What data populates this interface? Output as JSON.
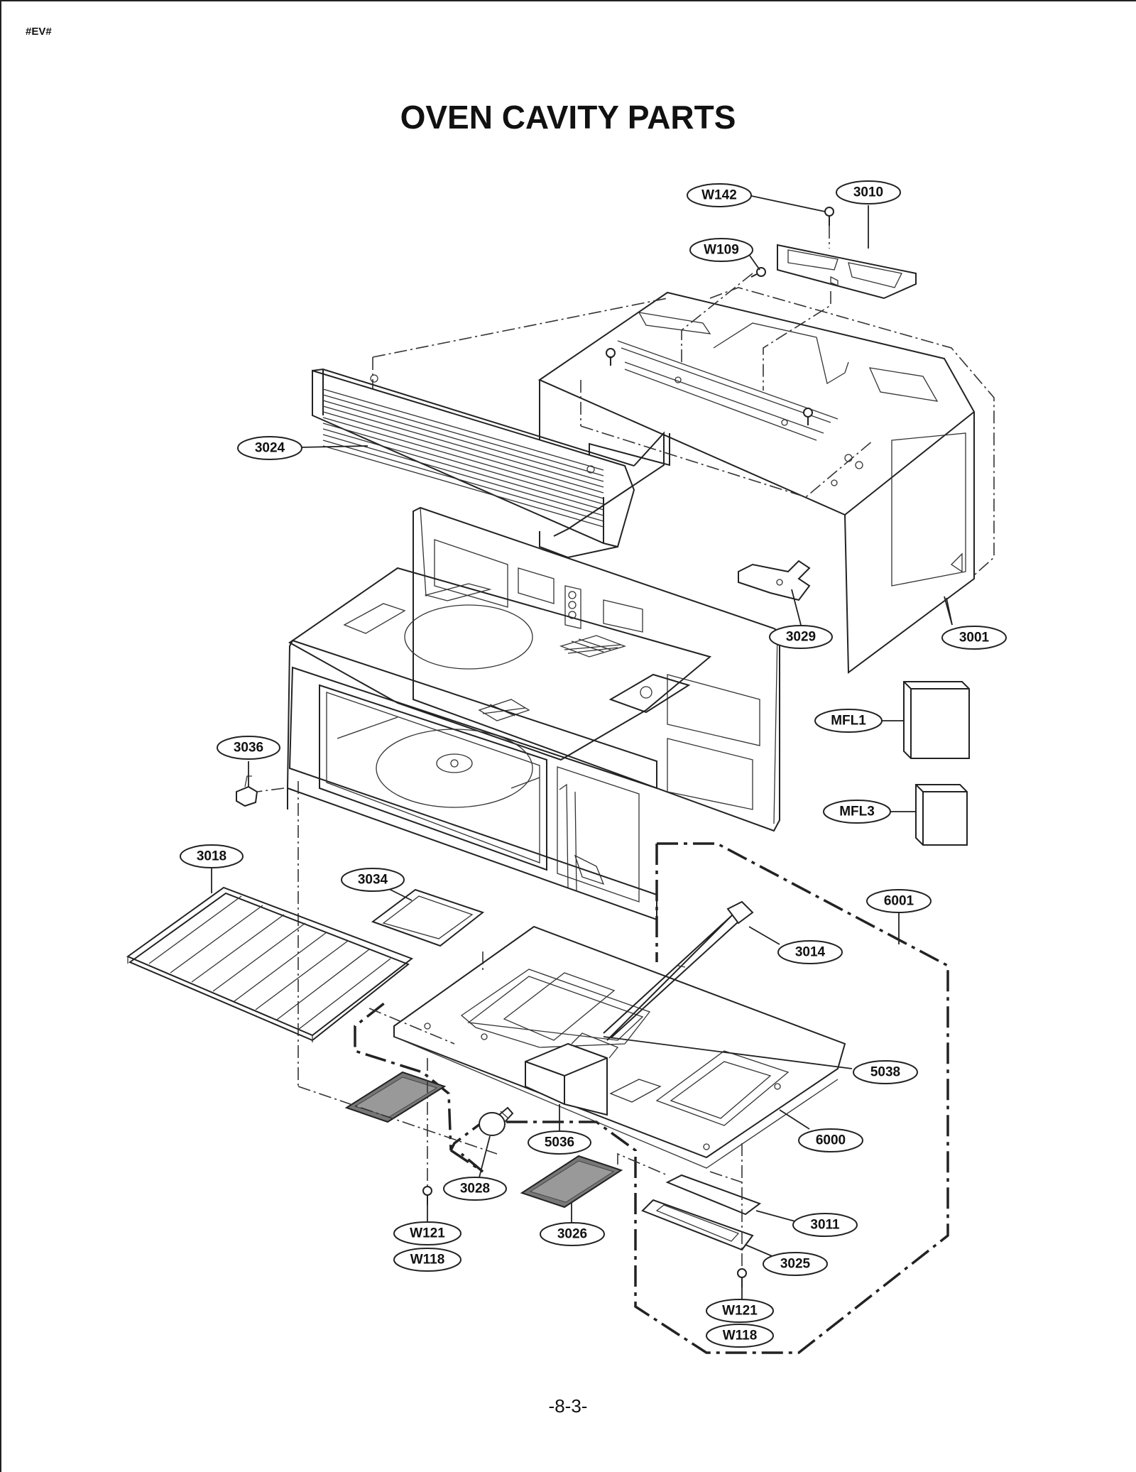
{
  "page": {
    "code": "#EV#",
    "title": "OVEN CAVITY PARTS",
    "footer": "-8-3-"
  },
  "labels": [
    {
      "key": "w142",
      "text": "W142"
    },
    {
      "key": "p3010",
      "text": "3010"
    },
    {
      "key": "w109",
      "text": "W109"
    },
    {
      "key": "p3024",
      "text": "3024"
    },
    {
      "key": "p3029",
      "text": "3029"
    },
    {
      "key": "p3001",
      "text": "3001"
    },
    {
      "key": "mfl1",
      "text": "MFL1"
    },
    {
      "key": "mfl3",
      "text": "MFL3"
    },
    {
      "key": "p3036",
      "text": "3036"
    },
    {
      "key": "p3018",
      "text": "3018"
    },
    {
      "key": "p3034",
      "text": "3034"
    },
    {
      "key": "p6001",
      "text": "6001"
    },
    {
      "key": "p3014",
      "text": "3014"
    },
    {
      "key": "p5038",
      "text": "5038"
    },
    {
      "key": "p6000",
      "text": "6000"
    },
    {
      "key": "p5036",
      "text": "5036"
    },
    {
      "key": "p3028",
      "text": "3028"
    },
    {
      "key": "w121a",
      "text": "W121"
    },
    {
      "key": "w118a",
      "text": "W118"
    },
    {
      "key": "p3026",
      "text": "3026"
    },
    {
      "key": "p3011",
      "text": "3011"
    },
    {
      "key": "p3025",
      "text": "3025"
    },
    {
      "key": "w121b",
      "text": "W121"
    },
    {
      "key": "w118b",
      "text": "W118"
    }
  ]
}
